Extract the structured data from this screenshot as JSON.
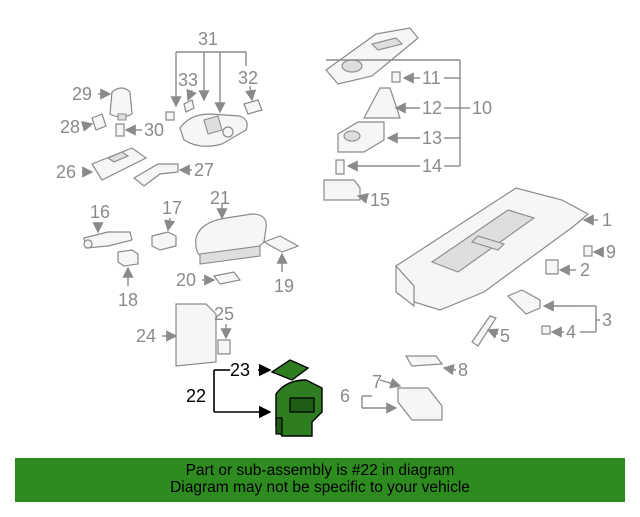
{
  "labels": {
    "p1": "1",
    "p2": "2",
    "p3": "3",
    "p4": "4",
    "p5": "5",
    "p6": "6",
    "p7": "7",
    "p8": "8",
    "p9": "9",
    "p10": "10",
    "p11": "11",
    "p12": "12",
    "p13": "13",
    "p14": "14",
    "p15": "15",
    "p16": "16",
    "p17": "17",
    "p18": "18",
    "p19": "19",
    "p20": "20",
    "p21": "21",
    "p22": "22",
    "p23": "23",
    "p24": "24",
    "p25": "25",
    "p26": "26",
    "p27": "27",
    "p28": "28",
    "p29": "29",
    "p30": "30",
    "p31": "31",
    "p32": "32",
    "p33": "33"
  },
  "highlight_color": "#2e8b1f",
  "banner": {
    "line1": "Part or sub-assembly is #22 in diagram",
    "line2": "Diagram may not be specific to your vehicle"
  }
}
